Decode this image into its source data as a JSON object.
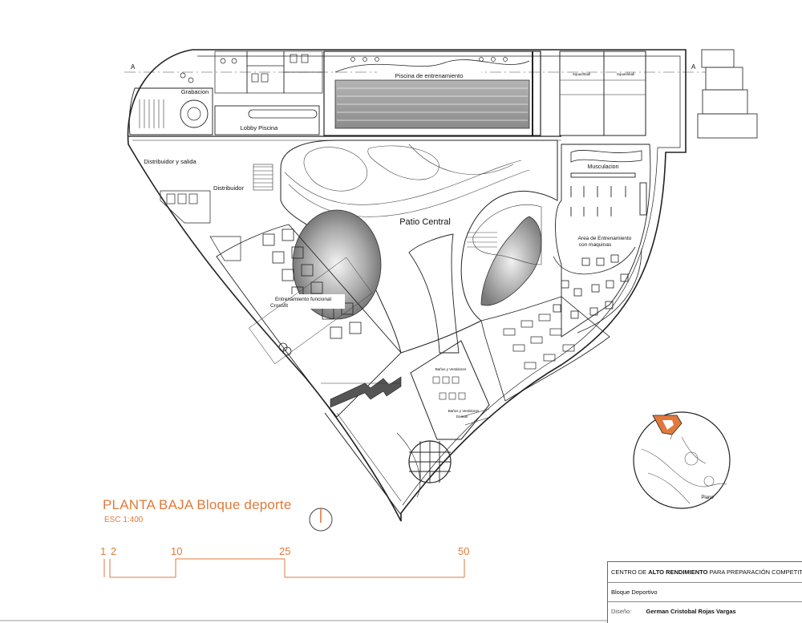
{
  "drawing": {
    "title": "PLANTA BAJA Bloque deporte",
    "scale": "ESC 1:400",
    "section_marker": "A"
  },
  "rooms": {
    "grabacion": "Grabacion",
    "lobby": "Lobby Piscina",
    "piscina": "Piscina de entrenamiento",
    "distribuidor_salida": "Distribuidor y salida",
    "distribuidor": "Distribuidor",
    "patio": "Patio Central",
    "musculacion": "Musculacion",
    "area_maquinas_1": "Area de Entrenamiento",
    "area_maquinas_2": "con maquinas",
    "funcional_1": "Entrenamiento funcional",
    "funcional_2": "Crossfit",
    "banos_1": "Baños y Vestidores",
    "banos_2": "Baños y Vestidores",
    "banos_3": "Damas",
    "squash_1": "Squashball",
    "squash_2": "Squashball",
    "location_label": "Plano"
  },
  "scale_bar": {
    "ticks": [
      "1",
      "2",
      "10",
      "25",
      "50"
    ]
  },
  "title_block": {
    "project_prefix": "CENTRO DE ",
    "project_bold": "ALTO RENDIMIENTO",
    "project_suffix": " PARA PREPARACIÓN COMPETITIVA",
    "block_name": "Bloque Deportivo",
    "design_label": "Diseño:",
    "designer": "German Cristobal  Rojas Vargas"
  },
  "colors": {
    "accent": "#e07a3c",
    "line": "#222222",
    "wall_fill": "#555555"
  }
}
